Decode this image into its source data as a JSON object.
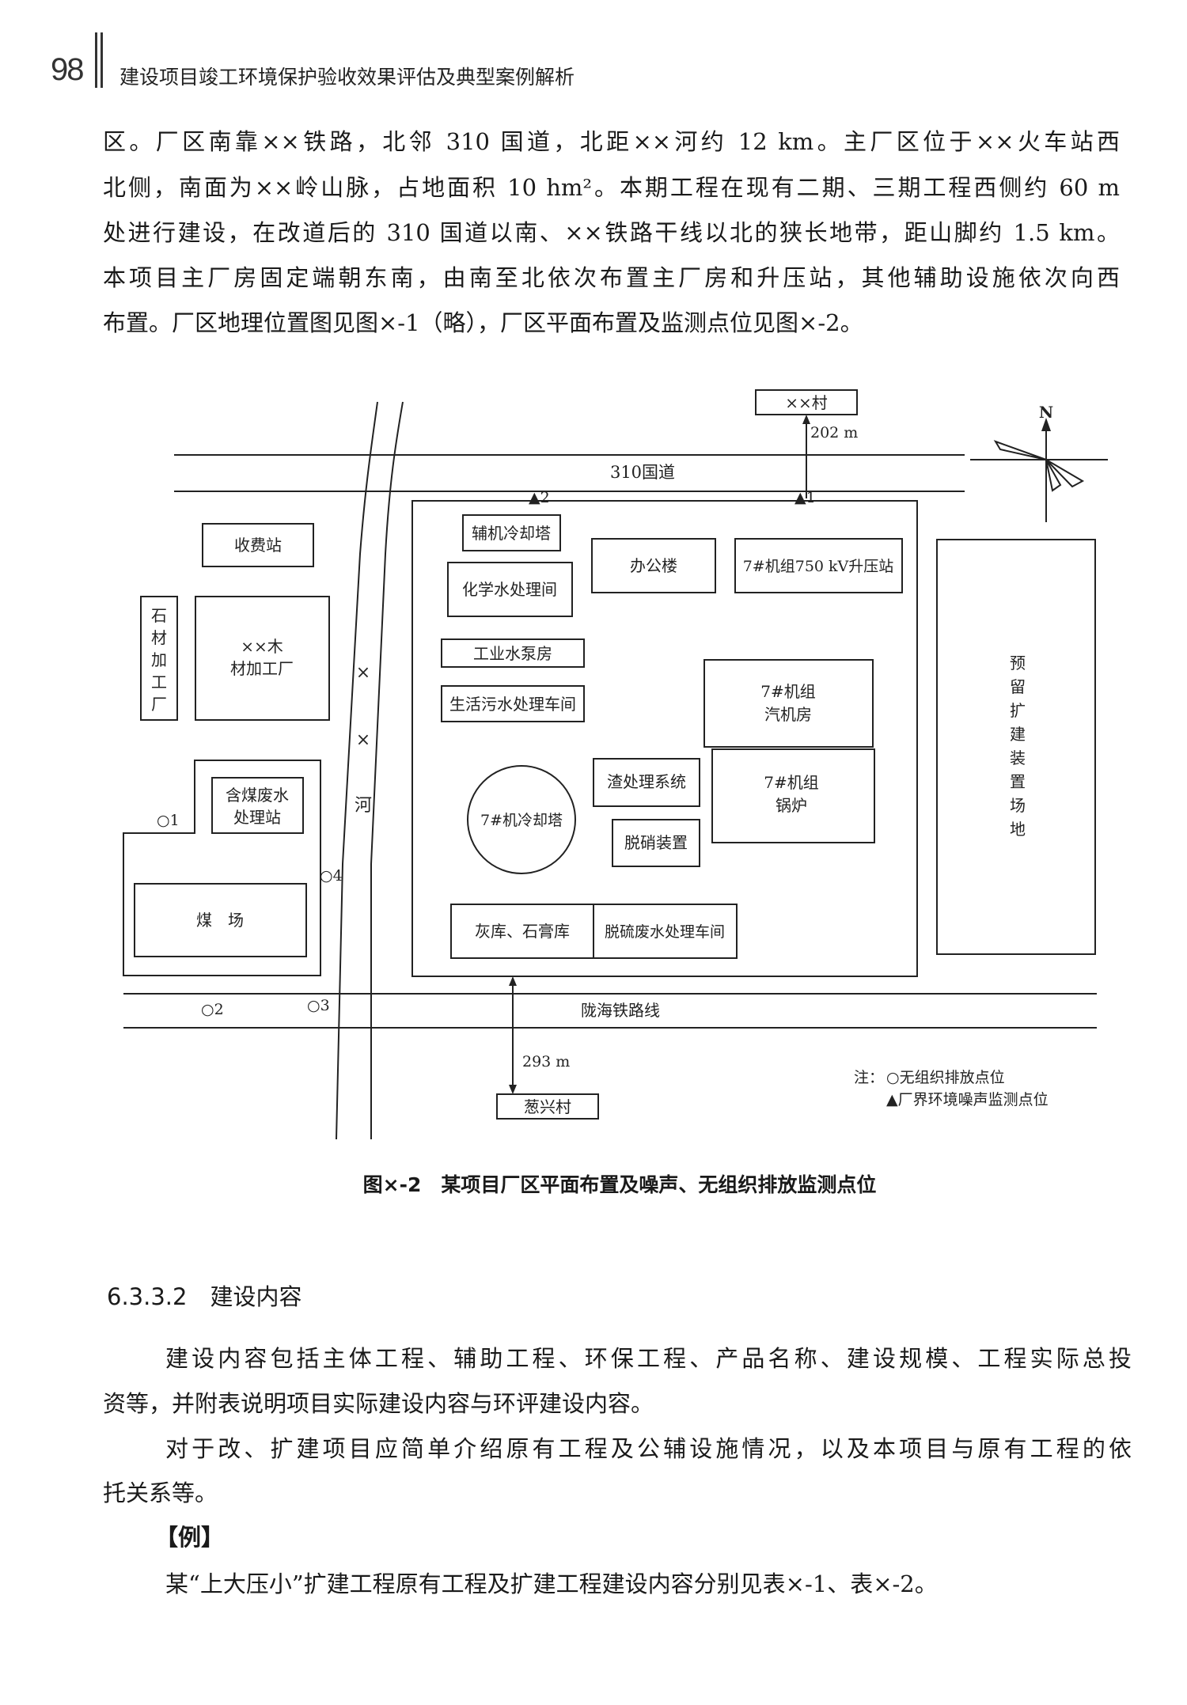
{
  "header": {
    "page_number": "98",
    "running_title": "建设项目竣工环境保护验收效果评估及典型案例解析"
  },
  "intro_paragraph": {
    "lines": [
      "区。厂区南靠××铁路，北邻 310 国道，北距××河约 12 km。主厂区位于××火车站西",
      "北侧，南面为××岭山脉，占地面积 10 hm²。本期工程在现有二期、三期工程西侧约 60 m",
      "处进行建设，在改道后的 310 国道以南、××铁路干线以北的狭长地带，距山脚约 1.5 km。",
      "本项目主厂房固定端朝东南，由南至北依次布置主厂房和升压站，其他辅助设施依次向西",
      "布置。厂区地理位置图见图×-1（略），厂区平面布置及监测点位见图×-2。"
    ]
  },
  "figure": {
    "north": "N",
    "road_310": "310国道",
    "railway": "陇海铁路线",
    "river": [
      "×",
      "×",
      "河"
    ],
    "village_north": "××村",
    "dist_north": "202 m",
    "village_south": "葱兴村",
    "dist_south": "293 m",
    "noise_points": [
      "▲2",
      "▲1"
    ],
    "emission_points": [
      "○1",
      "○2",
      "○3",
      "○4"
    ],
    "buildings": {
      "toll_station": "收费站",
      "stone_factory": [
        "石",
        "材",
        "加",
        "工",
        "厂"
      ],
      "wood_factory": [
        "××木",
        "材加工厂"
      ],
      "coal_water": [
        "含煤废水",
        "处理站"
      ],
      "coal_yard": "煤　场",
      "aux_cooling": "辅机冷却塔",
      "chem_water": "化学水处理间",
      "office": "办公楼",
      "substation": "7#机组750 kV升压站",
      "pump_room": "工业水泵房",
      "sewage": "生活污水处理车间",
      "turbine": [
        "7#机组",
        "汽机房"
      ],
      "boiler": [
        "7#机组",
        "锅炉"
      ],
      "slag": "渣处理系统",
      "denox": "脱硝装置",
      "cooling_tower": "7#机冷却塔",
      "ash": "灰库、石膏库",
      "desulf_water": "脱硫废水处理车间",
      "reserved": [
        "预",
        "留",
        "扩",
        "建",
        "装",
        "置",
        "场",
        "地"
      ]
    },
    "legend": {
      "note": "注：",
      "emission": "○无组织排放点位",
      "noise": "▲厂界环境噪声监测点位"
    },
    "caption": "图×-2　某项目厂区平面布置及噪声、无组织排放监测点位"
  },
  "section": {
    "heading": "6.3.3.2　建设内容",
    "lines": [
      "建设内容包括主体工程、辅助工程、环保工程、产品名称、建设规模、工程实际总投",
      "资等，并附表说明项目实际建设内容与环评建设内容。",
      "对于改、扩建项目应简单介绍原有工程及公辅设施情况，以及本项目与原有工程的依",
      "托关系等。",
      "【例】",
      "某“上大压小”扩建工程原有工程及扩建工程建设内容分别见表×-1、表×-2。"
    ]
  }
}
